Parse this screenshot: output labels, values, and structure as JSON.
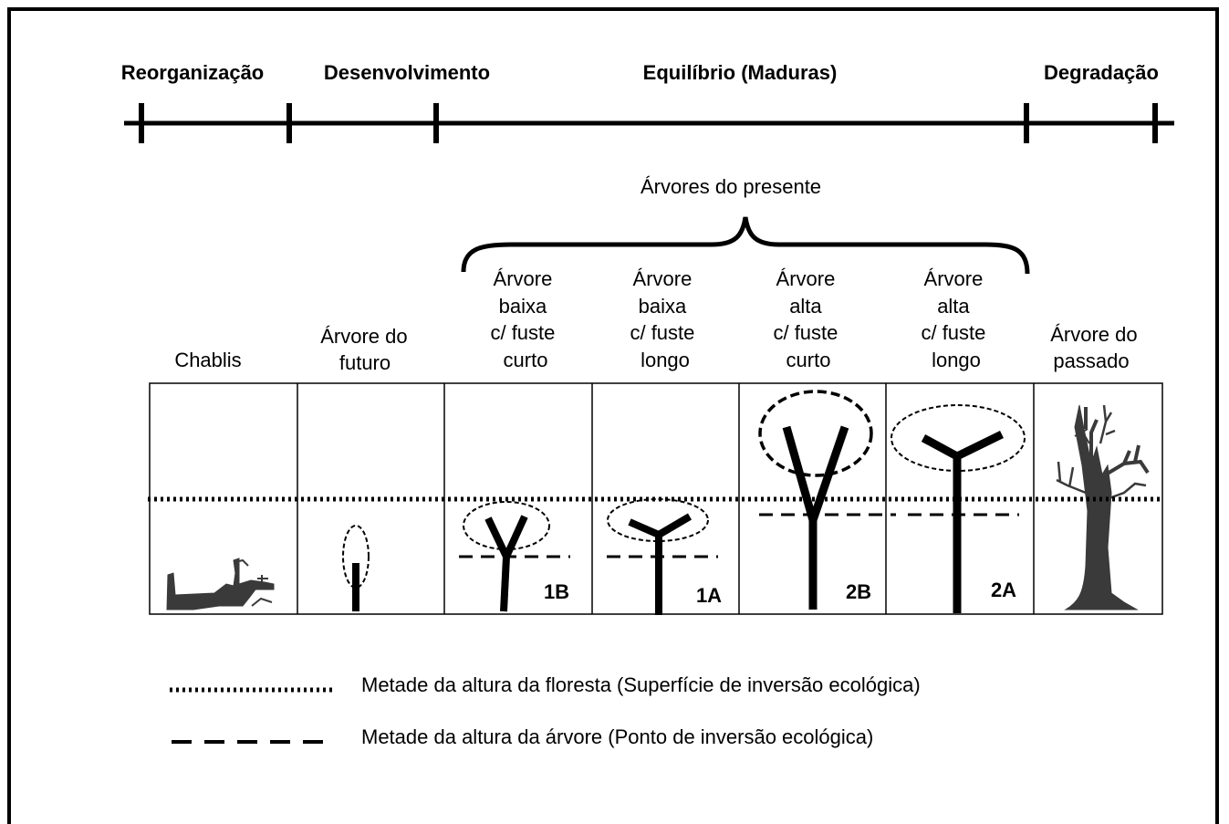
{
  "phases": {
    "reorganizacao": "Reorganização",
    "desenvolvimento": "Desenvolvimento",
    "equilibrio": "Equilíbrio (Maduras)",
    "degradacao": "Degradação"
  },
  "brace_label": "Árvores do presente",
  "columns": [
    {
      "lines": [
        "Chablis"
      ]
    },
    {
      "lines": [
        "Árvore do",
        "futuro"
      ]
    },
    {
      "lines": [
        "Árvore",
        "baixa",
        "c/ fuste",
        "curto"
      ],
      "code": "1B"
    },
    {
      "lines": [
        "Árvore",
        "baixa",
        "c/ fuste",
        "longo"
      ],
      "code": "1A"
    },
    {
      "lines": [
        "Árvore",
        "alta",
        "c/ fuste",
        "curto"
      ],
      "code": "2B"
    },
    {
      "lines": [
        "Árvore",
        "alta",
        "c/ fuste",
        "longo"
      ],
      "code": "2A"
    },
    {
      "lines": [
        "Árvore do",
        "passado"
      ]
    }
  ],
  "legend": {
    "dotted": "Metade da altura da floresta  (Superfície de inversão ecológica)",
    "dashed": "Metade da altura da árvore (Ponto de inversão ecológica)"
  },
  "colors": {
    "ink": "#000000",
    "dead_tree": "#3a3a3a"
  }
}
